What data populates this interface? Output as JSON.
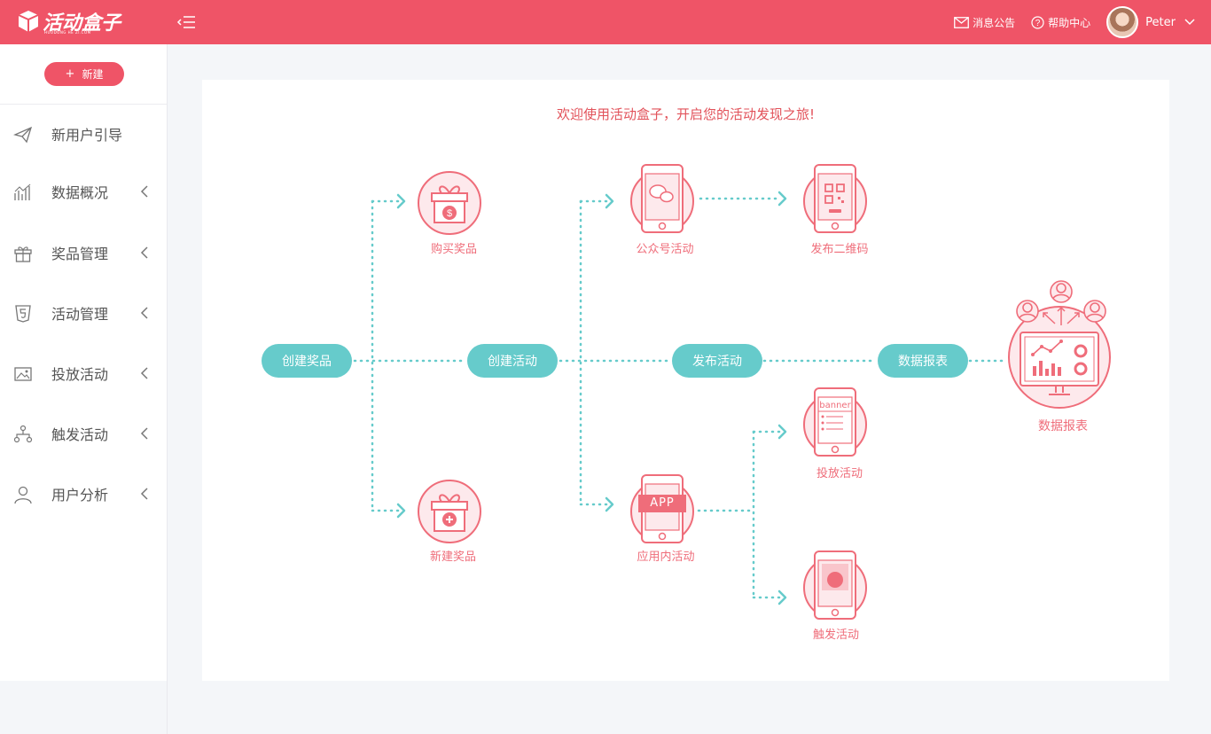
{
  "header": {
    "logo_text": "活动盒子",
    "logo_sub": "HUODONG HE ZI.COM",
    "messages_label": "消息公告",
    "help_label": "帮助中心",
    "username": "Peter"
  },
  "sidebar": {
    "new_button": "新建",
    "items": [
      {
        "label": "新用户引导",
        "icon": "paper-plane-icon"
      },
      {
        "label": "数据概况",
        "icon": "chart-icon"
      },
      {
        "label": "奖品管理",
        "icon": "gift-icon"
      },
      {
        "label": "活动管理",
        "icon": "html5-icon"
      },
      {
        "label": "投放活动",
        "icon": "image-icon"
      },
      {
        "label": "触发活动",
        "icon": "flow-icon"
      },
      {
        "label": "用户分析",
        "icon": "user-icon"
      }
    ]
  },
  "main": {
    "welcome": "欢迎使用活动盒子，开启您的活动发现之旅!",
    "pills": {
      "create_prize": "创建奖品",
      "create_activity": "创建活动",
      "publish_activity": "发布活动",
      "data_report": "数据报表"
    },
    "nodes": {
      "buy_prize": "购买奖品",
      "new_prize": "新建奖品",
      "wechat_activity": "公众号活动",
      "publish_qrcode": "发布二维码",
      "in_app_activity": "应用内活动",
      "place_activity": "投放活动",
      "trigger_activity": "触发活动",
      "report": "数据报表",
      "app_badge": "APP",
      "banner_text": "banner"
    }
  },
  "colors": {
    "brand": "#ef5467",
    "teal": "#66cbcb",
    "pink_text": "#ef6d7a"
  }
}
